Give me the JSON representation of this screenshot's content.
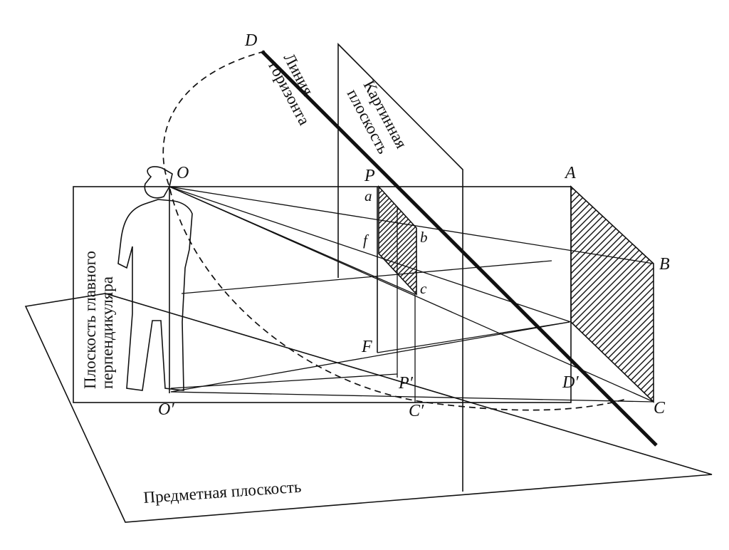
{
  "points": {
    "D": "D",
    "O": "O",
    "P": "P",
    "A": "A",
    "B": "B",
    "a": "a",
    "f": "f",
    "b": "b",
    "c": "c",
    "F": "F",
    "P_prime": "P′",
    "D_prime": "D′",
    "O_prime": "O′",
    "C_prime": "C′",
    "C": "C"
  },
  "labels": {
    "horizon_line": [
      "Линия",
      "горизонта"
    ],
    "picture_plane": [
      "Картинная",
      "плоскость"
    ],
    "perpendicular_plane": [
      "Плоскость главного",
      "перпендикуляра"
    ],
    "object_plane": "Предметная плоскость"
  },
  "colors": {
    "ink": "#111111",
    "background": "#ffffff"
  }
}
